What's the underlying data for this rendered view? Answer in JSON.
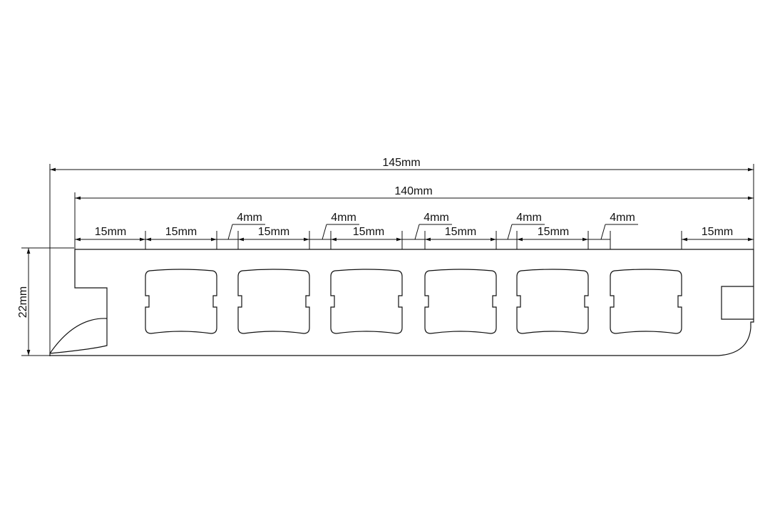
{
  "drawing": {
    "overall_width_label": "145mm",
    "inner_width_label": "140mm",
    "height_label": "22mm",
    "rib_label": "4mm",
    "segment_label": "15mm",
    "hollow_count": 6,
    "segments": [
      "15mm",
      "15mm",
      "15mm",
      "15mm",
      "15mm",
      "15mm",
      "15mm"
    ],
    "ribs": [
      "4mm",
      "4mm",
      "4mm",
      "4mm",
      "4mm"
    ]
  }
}
